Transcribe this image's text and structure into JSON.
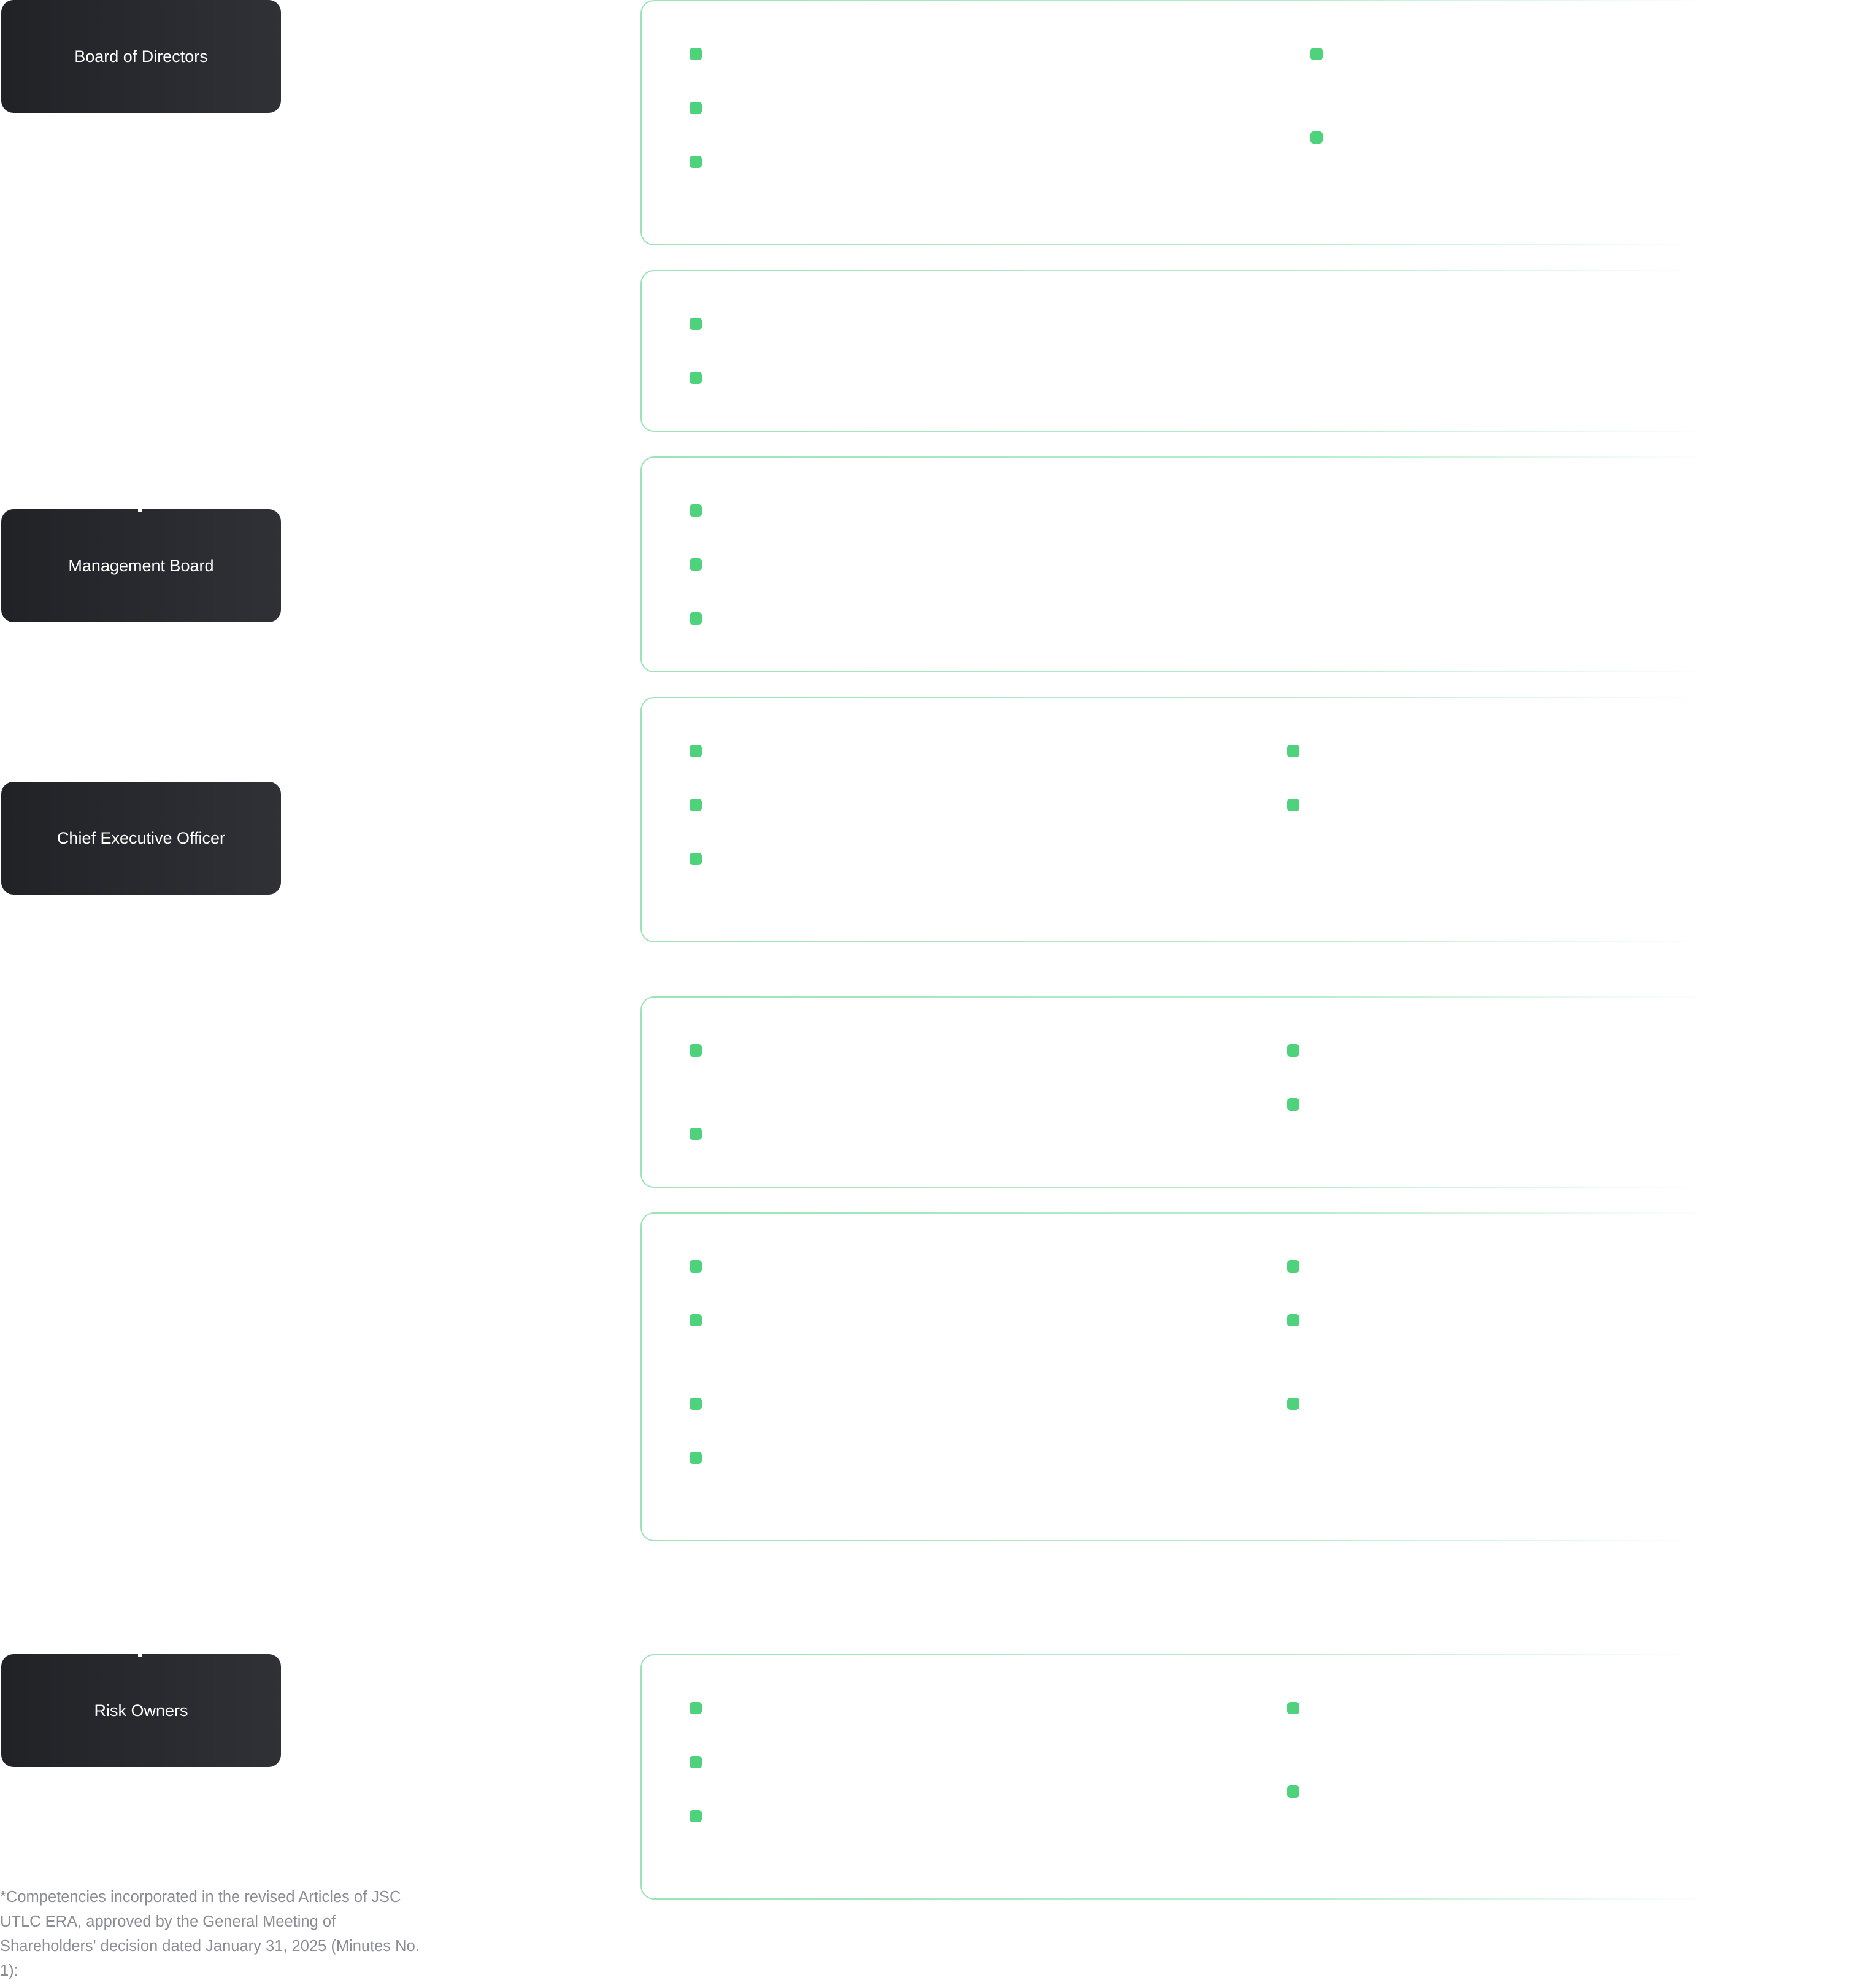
{
  "roles": {
    "board_of_directors": "Board of Directors",
    "management_board": "Management Board",
    "chief_executive_officer": "Chief Executive Officer",
    "risk_owners": "Risk Owners"
  },
  "footnote": "*Competencies incorporated in the revised Articles of JSC UTLC ERA, approved by the General Meeting of Shareholders' decision dated January 31, 2025 (Minutes No. 1):",
  "colors": {
    "role_box": "#24262b",
    "accent_green": "#4fd27c",
    "panel_border": "#9be3b8",
    "footnote_text": "#8a8d93"
  }
}
